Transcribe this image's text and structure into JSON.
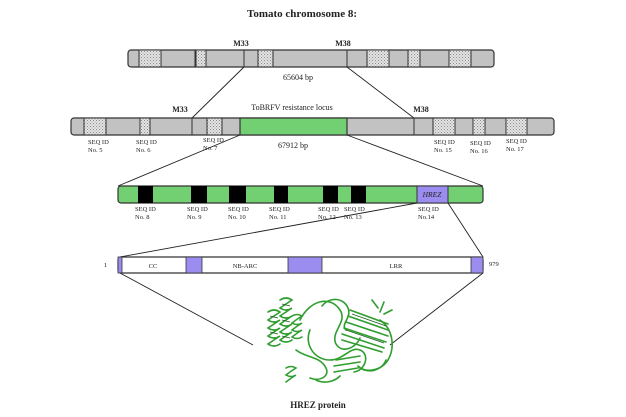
{
  "title": "Tomato chromosome 8:",
  "colors": {
    "gray": "#c2c2c2",
    "green": "#72cf72",
    "purple": "#9b8cf0",
    "black": "#000000",
    "white": "#ffffff",
    "protein_green": "#2f9e2f"
  },
  "level1": {
    "markers": [
      {
        "label": "M33"
      },
      {
        "label": "M38"
      }
    ],
    "length_label": "65604 bp"
  },
  "level2": {
    "markers": [
      {
        "label": "M33"
      },
      {
        "label": "M38"
      }
    ],
    "locus_label": "ToBRFV resistance locus",
    "length_label": "67912 bp",
    "seq_labels": [
      {
        "line1": "SEQ ID",
        "line2": "No. 5"
      },
      {
        "line1": "SEQ ID",
        "line2": "No. 6"
      },
      {
        "line1": "SEQ ID",
        "line2": "No. 7"
      },
      {
        "line1": "SEQ ID",
        "line2": "No. 15"
      },
      {
        "line1": "SEQ ID",
        "line2": "No. 16"
      },
      {
        "line1": "SEQ ID",
        "line2": "No. 17"
      }
    ]
  },
  "level3": {
    "gene_label": "HREZ",
    "seq_labels": [
      {
        "line1": "SEQ ID",
        "line2": "No. 8"
      },
      {
        "line1": "SEQ ID",
        "line2": "No. 9"
      },
      {
        "line1": "SEQ ID",
        "line2": "No. 10"
      },
      {
        "line1": "SEQ ID",
        "line2": "No. 11"
      },
      {
        "line1": "SEQ ID",
        "line2": "No. 12"
      },
      {
        "line1": "SEQ ID",
        "line2": "No. 13"
      },
      {
        "line1": "SEQ ID",
        "line2": "No.14"
      }
    ]
  },
  "protein": {
    "start": "1",
    "end": "979",
    "domains": [
      {
        "label": "CC"
      },
      {
        "label": "NB-ARC"
      },
      {
        "label": "LRR"
      }
    ],
    "structure_label": "HREZ protein"
  }
}
